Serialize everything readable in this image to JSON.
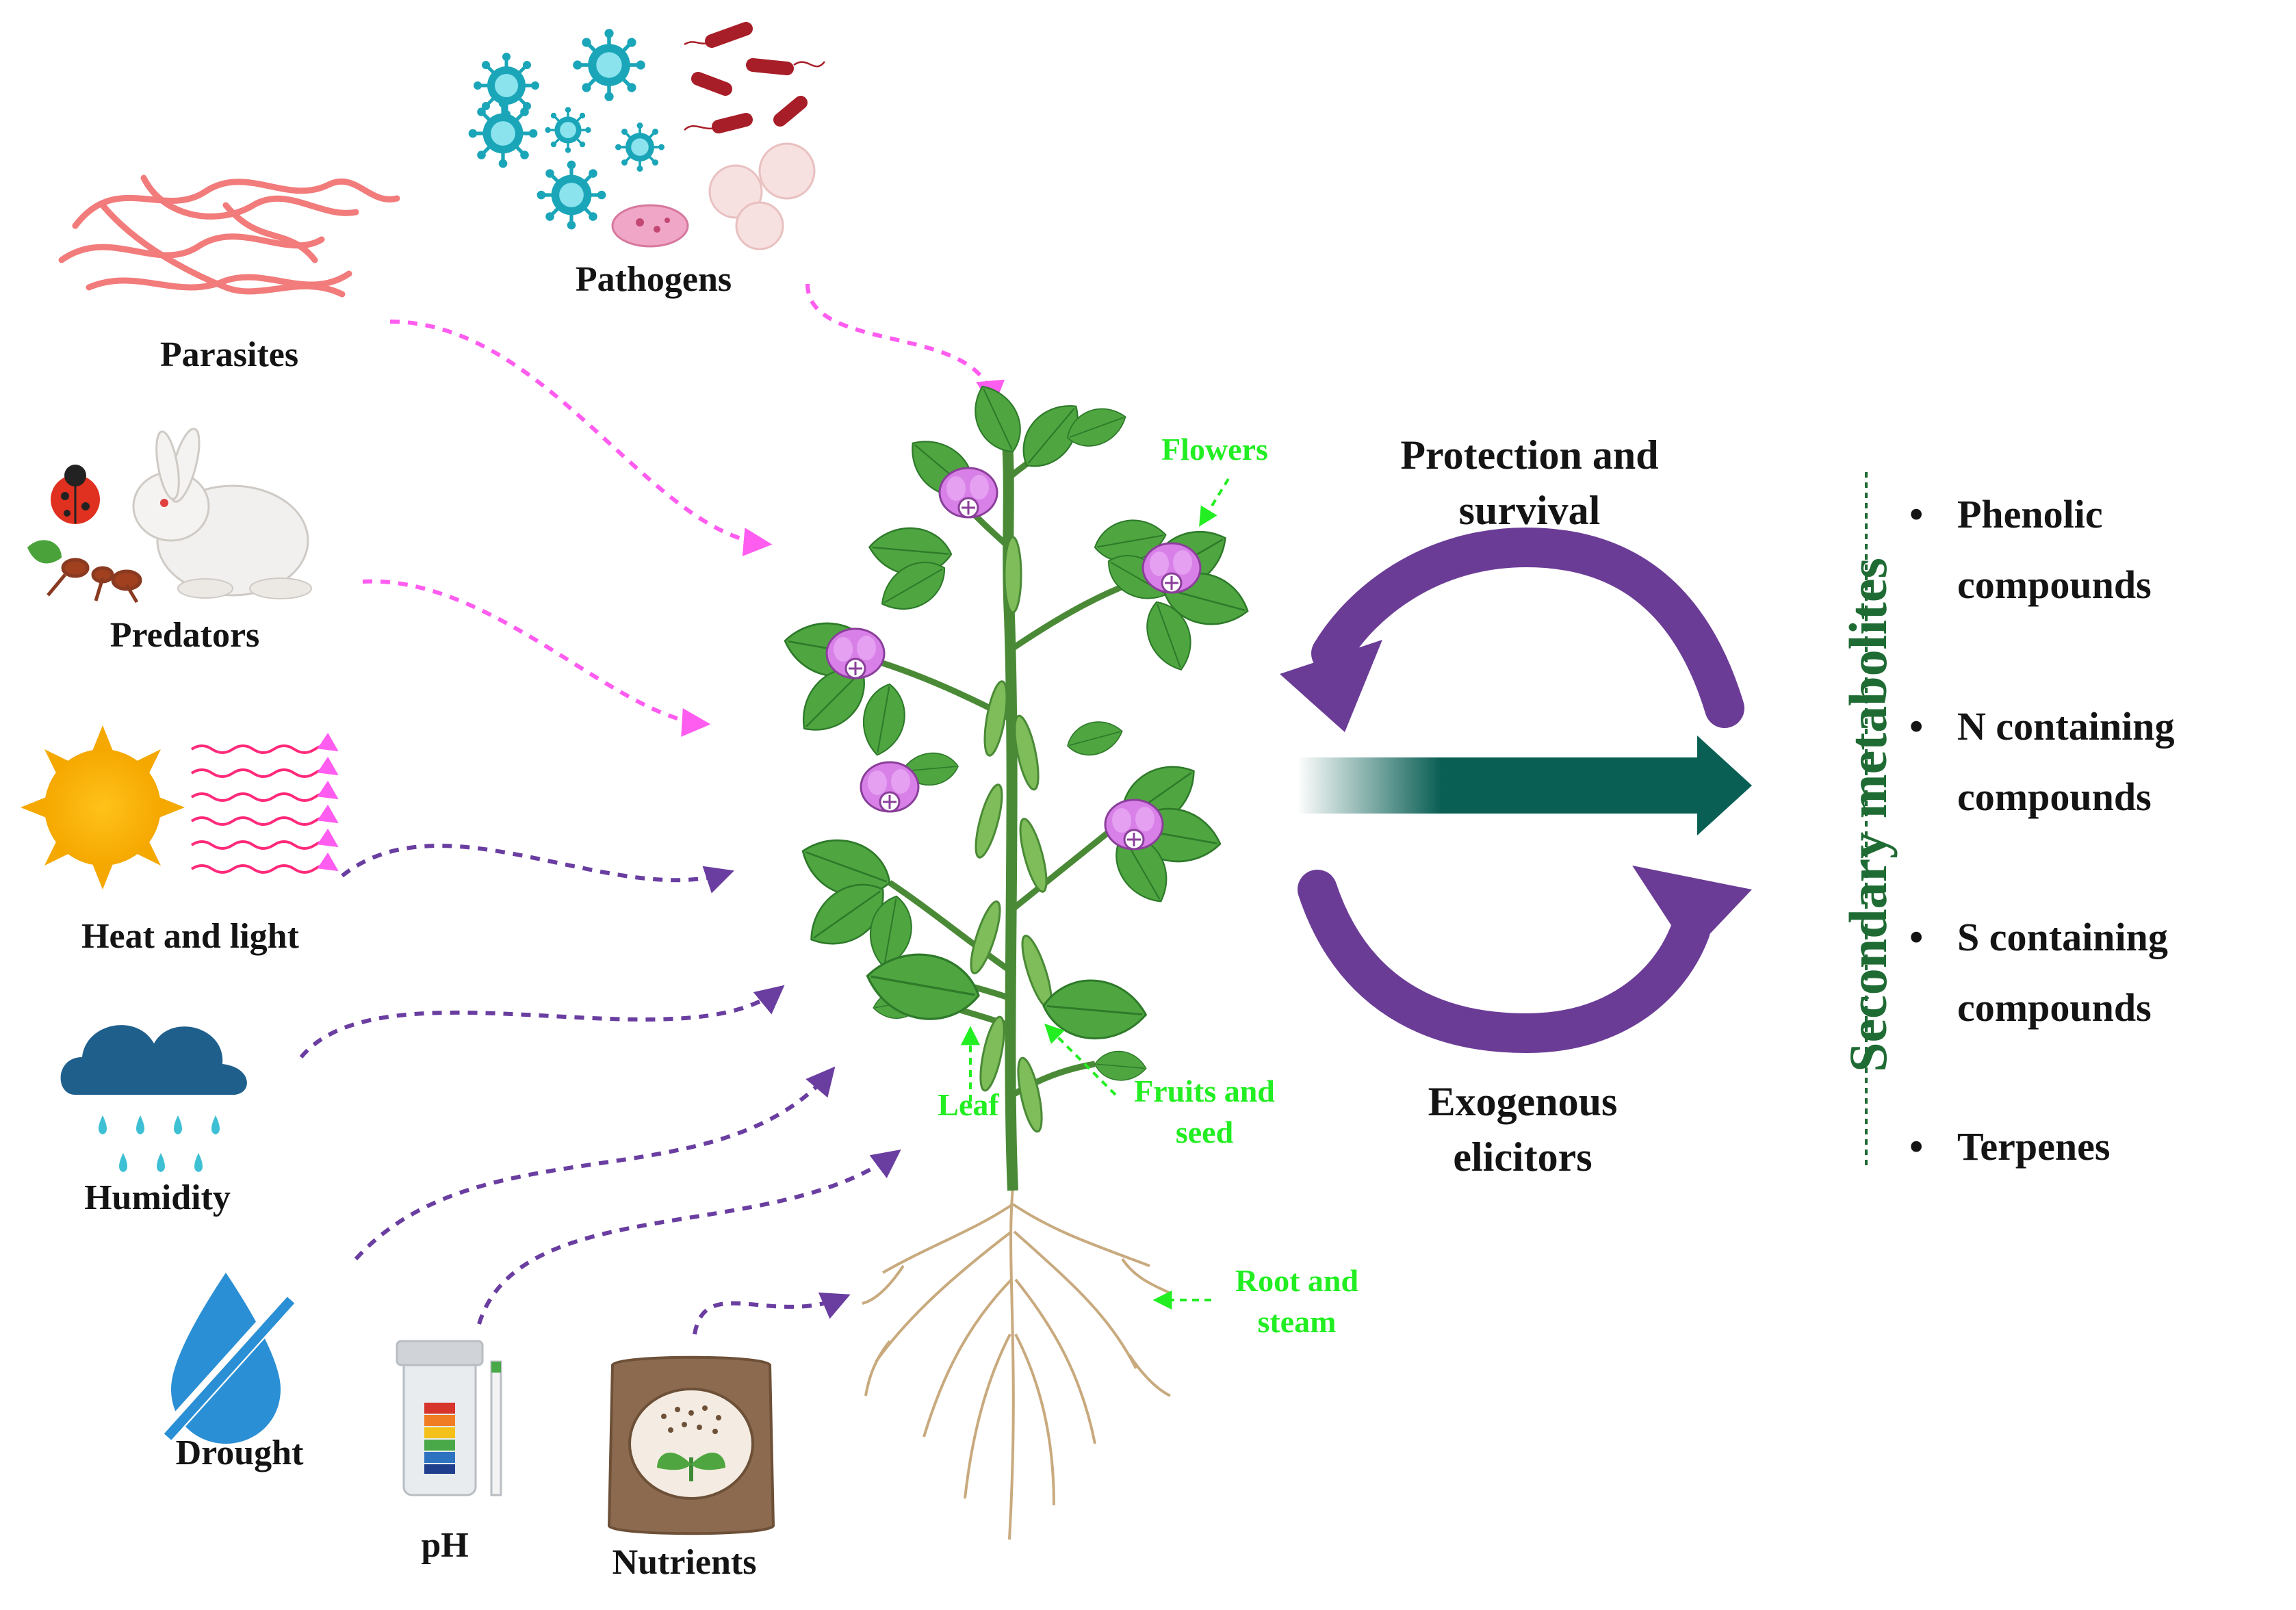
{
  "stress_factors": {
    "parasites": "Parasites",
    "pathogens": "Pathogens",
    "predators": "Predators",
    "heat_light": "Heat and light",
    "humidity": "Humidity",
    "drought": "Drought",
    "ph": "pH",
    "nutrients": "Nutrients"
  },
  "plant_parts": {
    "flowers": "Flowers",
    "leaf": "Leaf",
    "fruits_line1": "Fruits and",
    "fruits_line2": "seed",
    "root_line1": "Root and",
    "root_line2": "steam"
  },
  "cycle": {
    "top_line1": "Protection and",
    "top_line2": "survival",
    "bottom_line1": "Exogenous",
    "bottom_line2": "elicitors"
  },
  "secondary_metabolites": {
    "title": "Secondary metabolites",
    "items": [
      {
        "line1": "Phenolic",
        "line2": "compounds"
      },
      {
        "line1": "N containing",
        "line2": "compounds"
      },
      {
        "line1": "S containing",
        "line2": "compounds"
      },
      {
        "line1": "Terpenes",
        "line2": ""
      }
    ]
  },
  "colors": {
    "biotic_arrow": "#ff5cf0",
    "abiotic_arrow": "#6a3ea0",
    "cycle_arrow": "#6b3c96",
    "central_arrow": "#0a5f55",
    "part_label": "#22ee22",
    "metabolite_title": "#1f6b34",
    "leaf_green": "#4fa640",
    "flower_pink": "#d880e8"
  }
}
